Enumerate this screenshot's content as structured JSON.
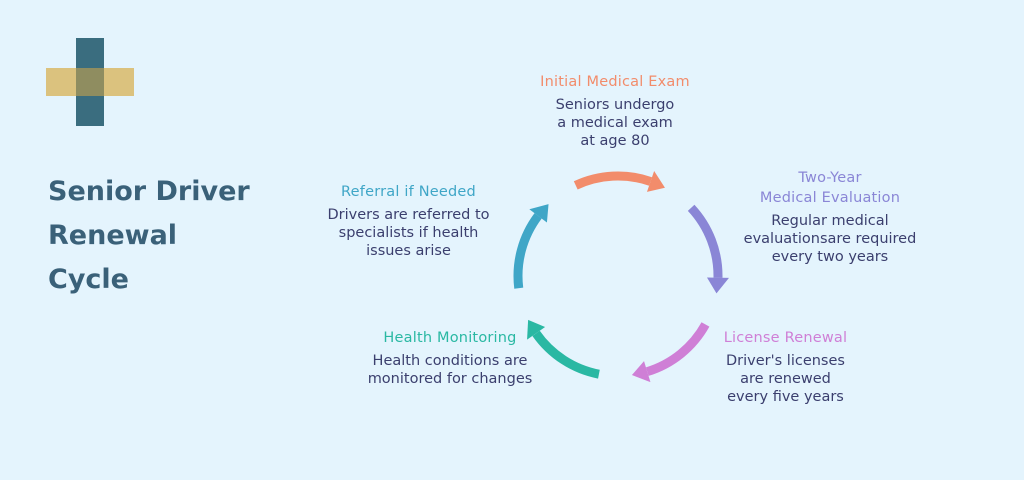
{
  "title_lines": [
    "Senior Driver",
    "Renewal",
    "Cycle"
  ],
  "colors": {
    "background": "#e4f4fd",
    "title": "#3a6179",
    "description": "#3b3f6e",
    "logo_blue": "#3a6d7f",
    "logo_gold": "#d9b867"
  },
  "logo": {
    "icon": "medical-cross-icon"
  },
  "steps": [
    {
      "title": "Initial Medical Exam",
      "description": "Seniors undergo\na medical exam\nat age 80",
      "color": "#f28c6b"
    },
    {
      "title": "Two-Year\nMedical Evaluation",
      "description": "Regular medical\nevaluationsare required\nevery two years",
      "color": "#8a86d6"
    },
    {
      "title": "License Renewal",
      "description": "Driver's licenses\nare renewed\nevery five years",
      "color": "#cf7fd6"
    },
    {
      "title": "Health Monitoring",
      "description": "Health conditions are\nmonitored for changes",
      "color": "#2ab8a3"
    },
    {
      "title": "Referral if Needed",
      "description": "Drivers are referred to\nspecialists if health\nissues arise",
      "color": "#3fa6c7"
    }
  ]
}
